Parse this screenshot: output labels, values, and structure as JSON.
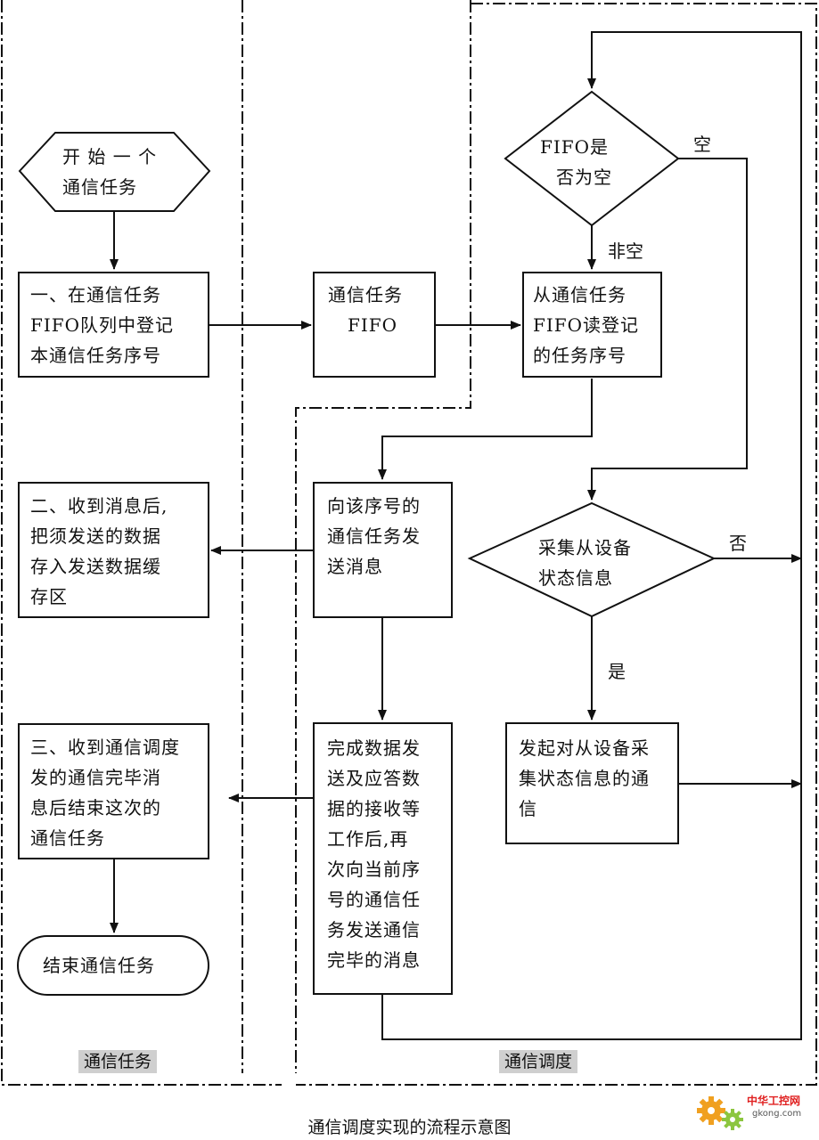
{
  "nodes": {
    "start": [
      "开 始 一 个",
      "通信任务"
    ],
    "step1": [
      "一、在通信任务",
      "FIFO队列中登记",
      "本通信任务序号"
    ],
    "fifo": [
      "通信任务",
      "FIFO"
    ],
    "fifo_check": [
      "FIFO是",
      "否为空"
    ],
    "read_fifo": [
      "从通信任务",
      "FIFO读登记",
      "的任务序号"
    ],
    "send_msg": [
      "向该序号的",
      "通信任务发",
      "送消息"
    ],
    "step2": [
      "二、收到消息后,",
      "把须发送的数据",
      "存入发送数据缓",
      "存区"
    ],
    "collect": [
      "采集从设备",
      "状态信息"
    ],
    "start_collect": [
      "发起对从设备采",
      "集状态信息的通",
      "信"
    ],
    "step3": [
      "三、收到通信调度",
      "发的通信完毕消",
      "息后结束这次的",
      "通信任务"
    ],
    "complete": [
      "完成数据发",
      "送及应答数",
      "据的接收等",
      "工作后,再",
      "次向当前序",
      "号的通信任",
      "务发送通信",
      "完毕的消息"
    ],
    "end": [
      "结束通信任务"
    ]
  },
  "edge_labels": {
    "empty": "空",
    "not_empty": "非空",
    "no": "否",
    "yes": "是"
  },
  "lanes": {
    "task": "通信任务",
    "dispatch": "通信调度"
  },
  "caption": "通信调度实现的流程示意图",
  "watermark": {
    "name": "中华工控网",
    "url": "gkong.com"
  }
}
